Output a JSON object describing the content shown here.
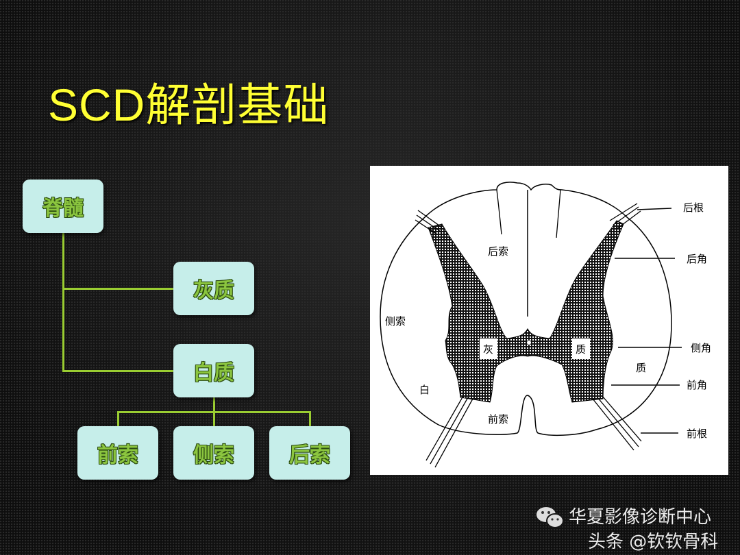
{
  "slide": {
    "title": "SCD解剖基础"
  },
  "tree": {
    "root": "脊髓",
    "gray": "灰质",
    "white": "白质",
    "anterior": "前索",
    "lateral": "侧索",
    "posterior": "后索"
  },
  "figure": {
    "labels": {
      "posterior_funiculus": "后索",
      "lateral_funiculus": "侧索",
      "anterior_funiculus": "前索",
      "gray1": "灰",
      "gray2": "质",
      "white1": "白",
      "white2": "质"
    },
    "callouts": [
      "后根",
      "后角",
      "侧角",
      "前角",
      "前根"
    ]
  },
  "watermark": {
    "line1": "华夏影像诊断中心",
    "line2": "头条 @钦钦骨科",
    "icon": "wechat-icon"
  },
  "colors": {
    "title": "#ffff33",
    "box_fill": "#c6eeea",
    "box_text": "#8bc53f",
    "connector": "#9acd32"
  }
}
